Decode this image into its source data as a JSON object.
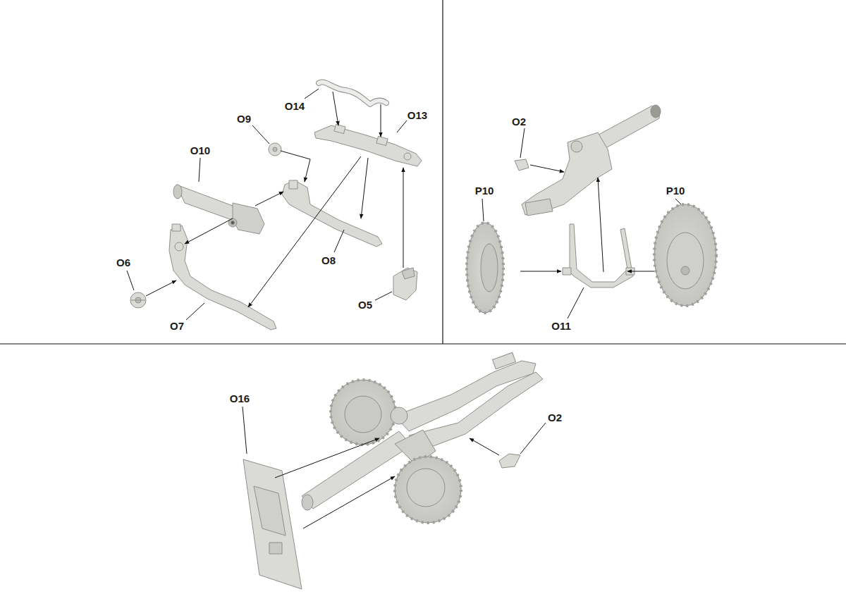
{
  "diagram": {
    "labels": [
      "O14",
      "O9",
      "O13",
      "O10",
      "O6",
      "O8",
      "O7",
      "O5",
      "O2",
      "P10",
      "P10",
      "O11",
      "O16",
      "O2"
    ]
  }
}
